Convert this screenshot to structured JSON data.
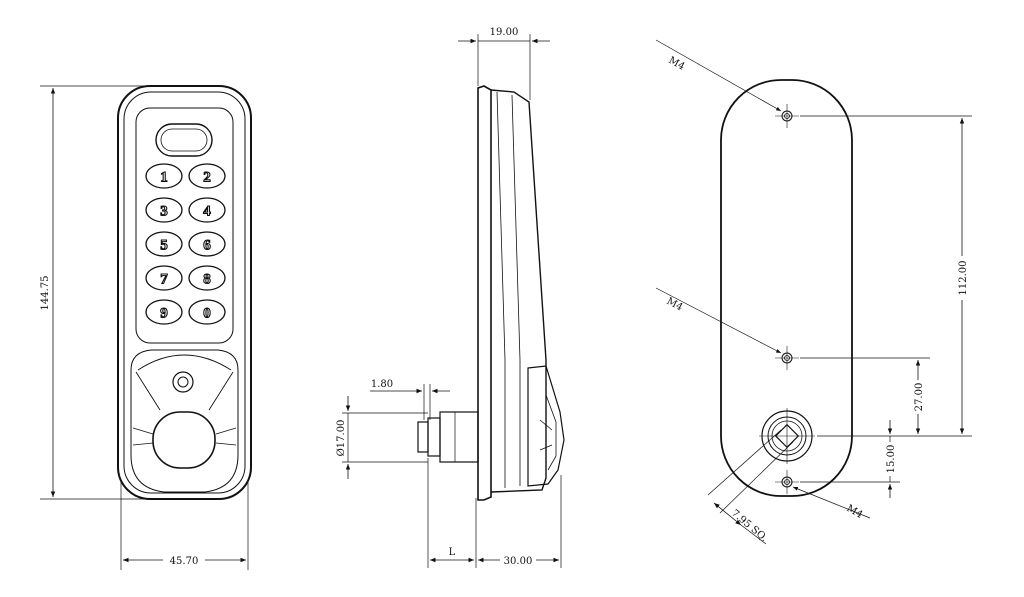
{
  "front_view": {
    "keypad_digits": [
      "1",
      "2",
      "3",
      "4",
      "5",
      "6",
      "7",
      "8",
      "9",
      "0"
    ],
    "height_label": "144.75",
    "width_label": "45.70"
  },
  "side_view": {
    "depth_label": "19.00",
    "thickness_label": "1.80",
    "diameter_label": "Ø17.00",
    "length_label": "L",
    "projection_label": "30.00"
  },
  "back_view": {
    "thread_label_top": "M4",
    "thread_label_middle": "M4",
    "thread_label_bottom": "M4",
    "spacing_label": "112.00",
    "offset_label": "27.00",
    "lower_offset_label": "15.00",
    "square_label": "7.95 SQ."
  },
  "colors": {
    "line": "#111111",
    "background": "#ffffff"
  }
}
